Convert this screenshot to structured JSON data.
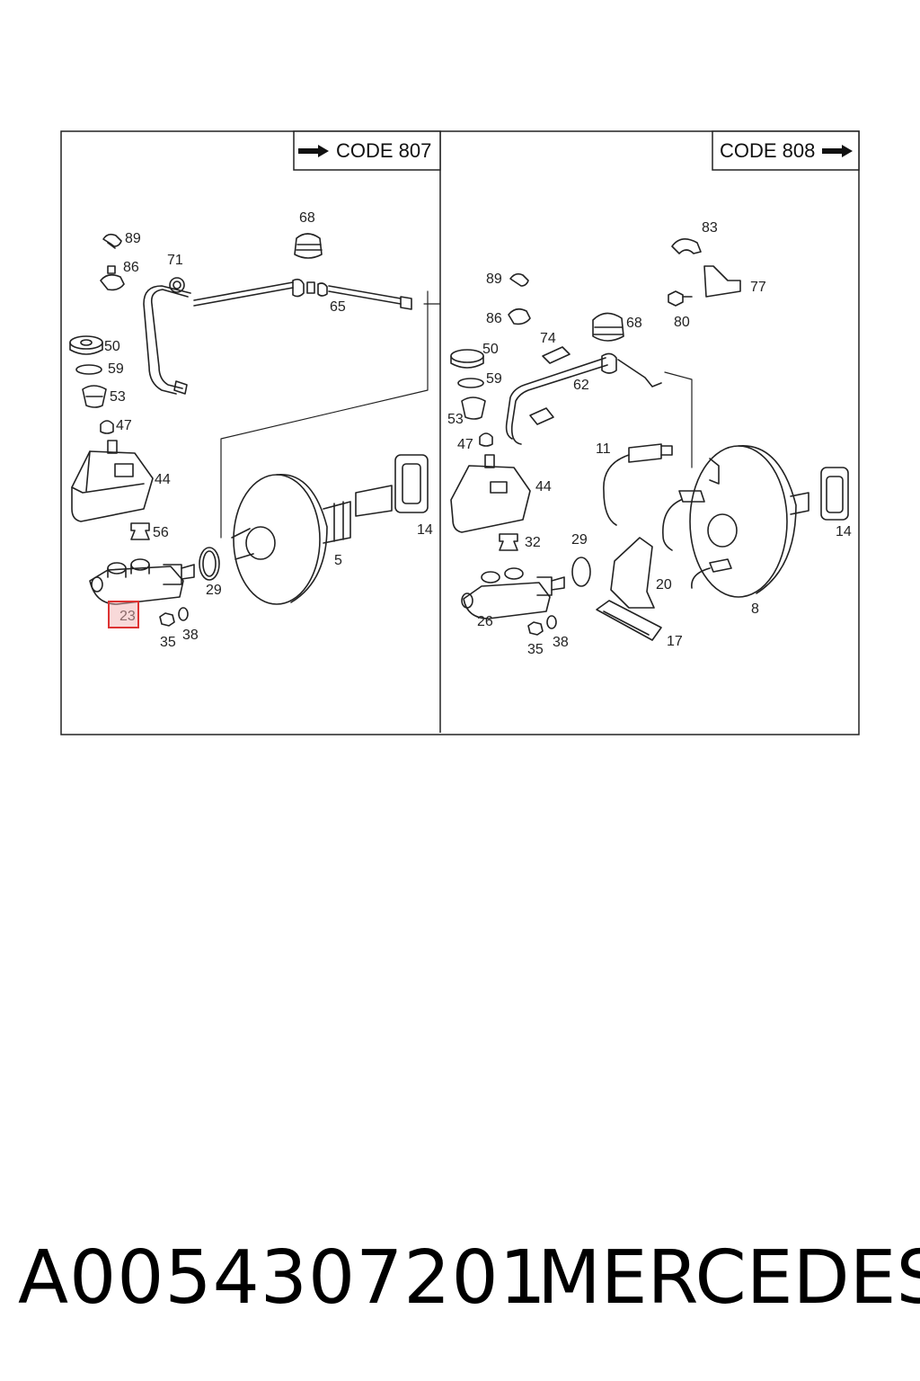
{
  "header": {
    "left_code": "CODE 807",
    "right_code": "CODE 808"
  },
  "callouts_left": [
    "89",
    "86",
    "71",
    "68",
    "65",
    "50",
    "59",
    "53",
    "47",
    "44",
    "56",
    "29",
    "5",
    "14",
    "35",
    "38"
  ],
  "callouts_right": [
    "83",
    "77",
    "80",
    "89",
    "86",
    "74",
    "68",
    "50",
    "59",
    "62",
    "53",
    "47",
    "11",
    "44",
    "32",
    "29",
    "20",
    "26",
    "35",
    "38",
    "17",
    "8",
    "14"
  ],
  "highlighted_callout": "23",
  "footer": {
    "part_number": "A0054307201",
    "brand": "MERCEDES"
  },
  "colors": {
    "line": "#222222",
    "highlight_border": "#dd3333",
    "highlight_fill": "#f0aaaa"
  }
}
